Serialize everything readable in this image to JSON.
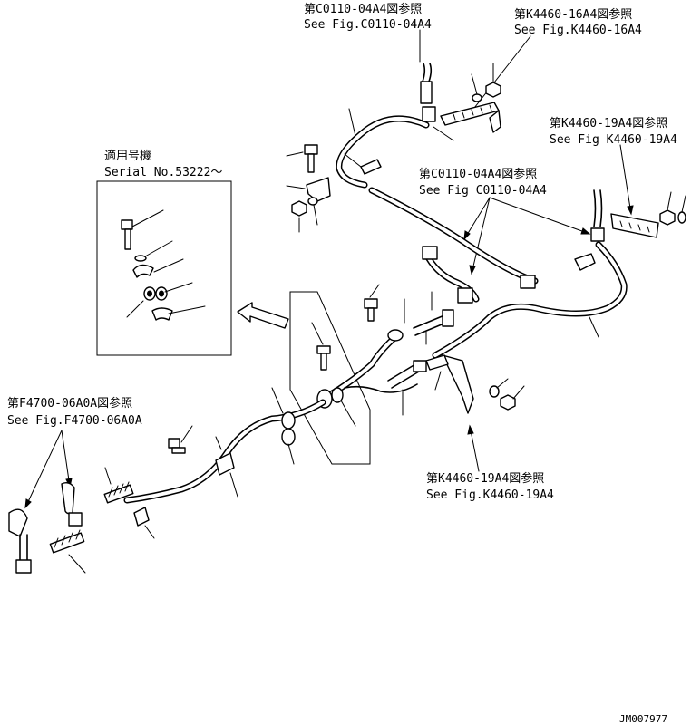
{
  "refs": {
    "top_c0110_jp": "第C0110-04A4図参照",
    "top_c0110_en": "See Fig.C0110-04A4",
    "k4460_16_jp": "第K4460-16A4図参照",
    "k4460_16_en": "See Fig.K4460-16A4",
    "k4460_19_top_jp": "第K4460-19A4図参照",
    "k4460_19_top_en": "See Fig K4460-19A4",
    "mid_c0110_jp": "第C0110-04A4図参照",
    "mid_c0110_en": "See Fig C0110-04A4",
    "f4700_jp": "第F4700-06A0A図参照",
    "f4700_en": "See Fig.F4700-06A0A",
    "k4460_19_bot_jp": "第K4460-19A4図参照",
    "k4460_19_bot_en": "See Fig.K4460-19A4"
  },
  "inset": {
    "applicable_jp": "適用号機",
    "serial": "Serial No.53222～"
  },
  "drawing_code": "JM007977"
}
